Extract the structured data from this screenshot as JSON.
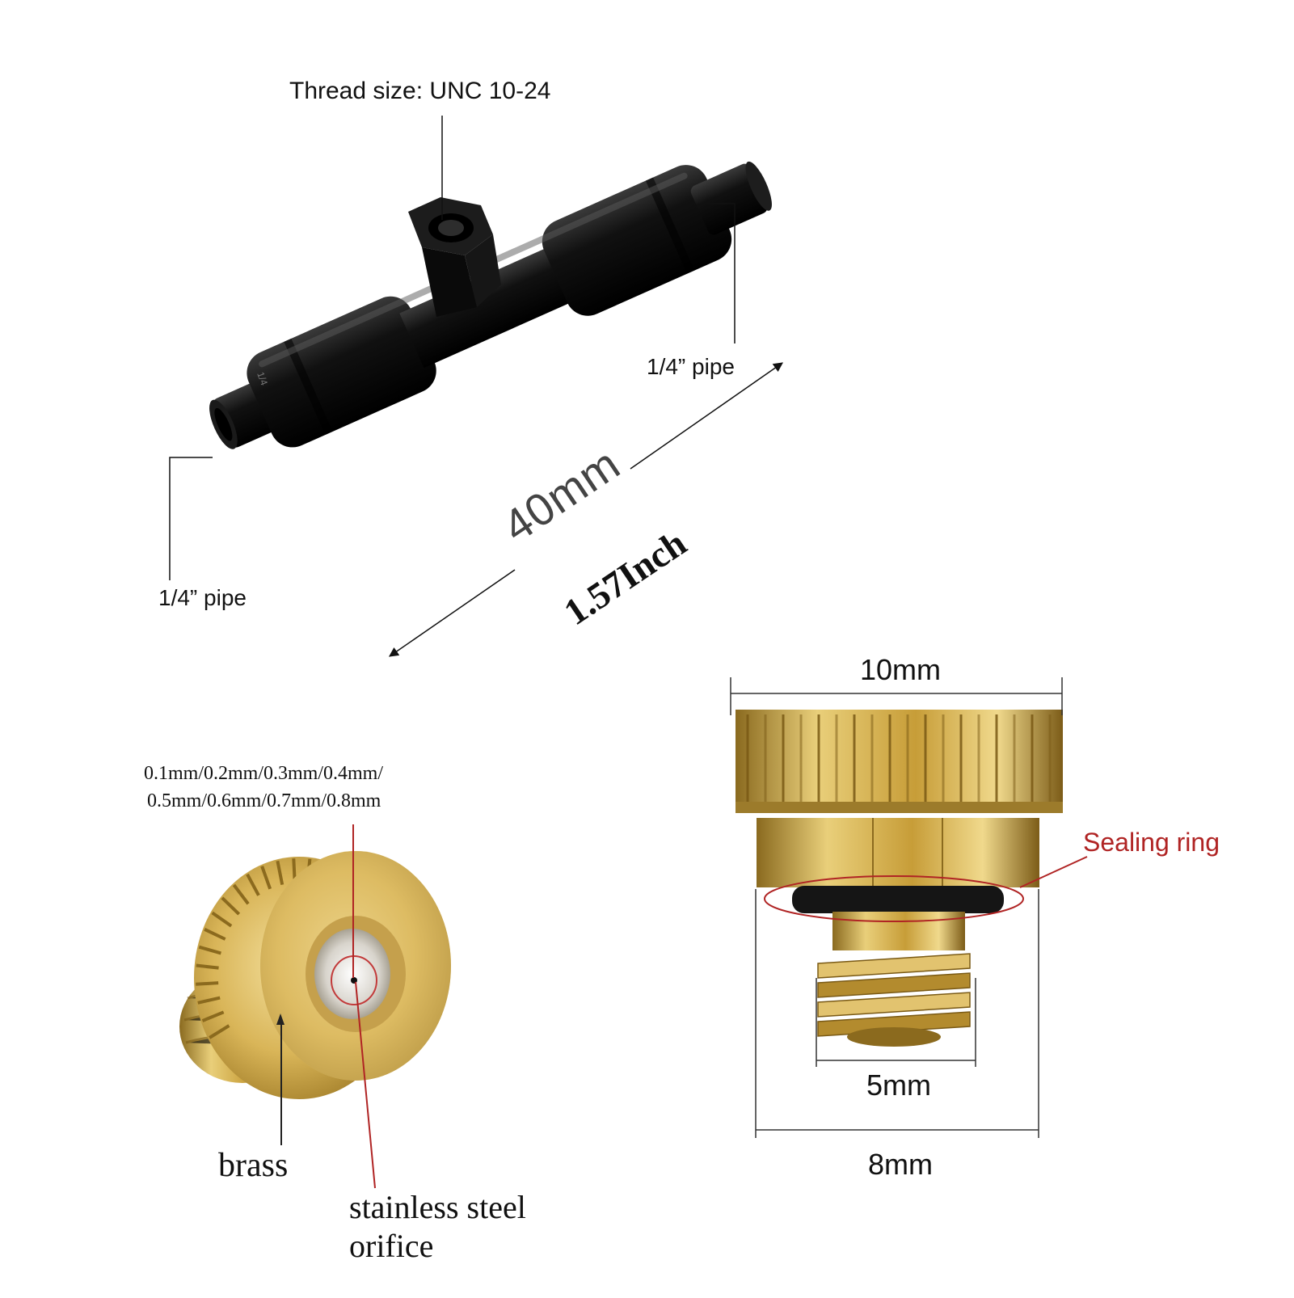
{
  "tee_fitting": {
    "thread_label": "Thread size: UNC 10-24",
    "pipe_right_label": "1/4” pipe",
    "pipe_left_label": "1/4” pipe",
    "length_mm": "40mm",
    "length_inch": "1.57Inch",
    "body_mark": "1/4"
  },
  "nozzle_front": {
    "orifice_sizes_line1": "0.1mm/0.2mm/0.3mm/0.4mm/",
    "orifice_sizes_line2": "0.5mm/0.6mm/0.7mm/0.8mm",
    "brass_label": "brass",
    "orifice_label_line1": "stainless steel",
    "orifice_label_line2": "orifice"
  },
  "nozzle_side": {
    "top_width": "10mm",
    "sealing_ring_label": "Sealing ring",
    "thread_width": "5mm",
    "base_width": "8mm"
  },
  "colors": {
    "text": "#111111",
    "fitting_black": "#0c0c0c",
    "brass": "#c9a13b",
    "callout_red": "#b02424"
  }
}
